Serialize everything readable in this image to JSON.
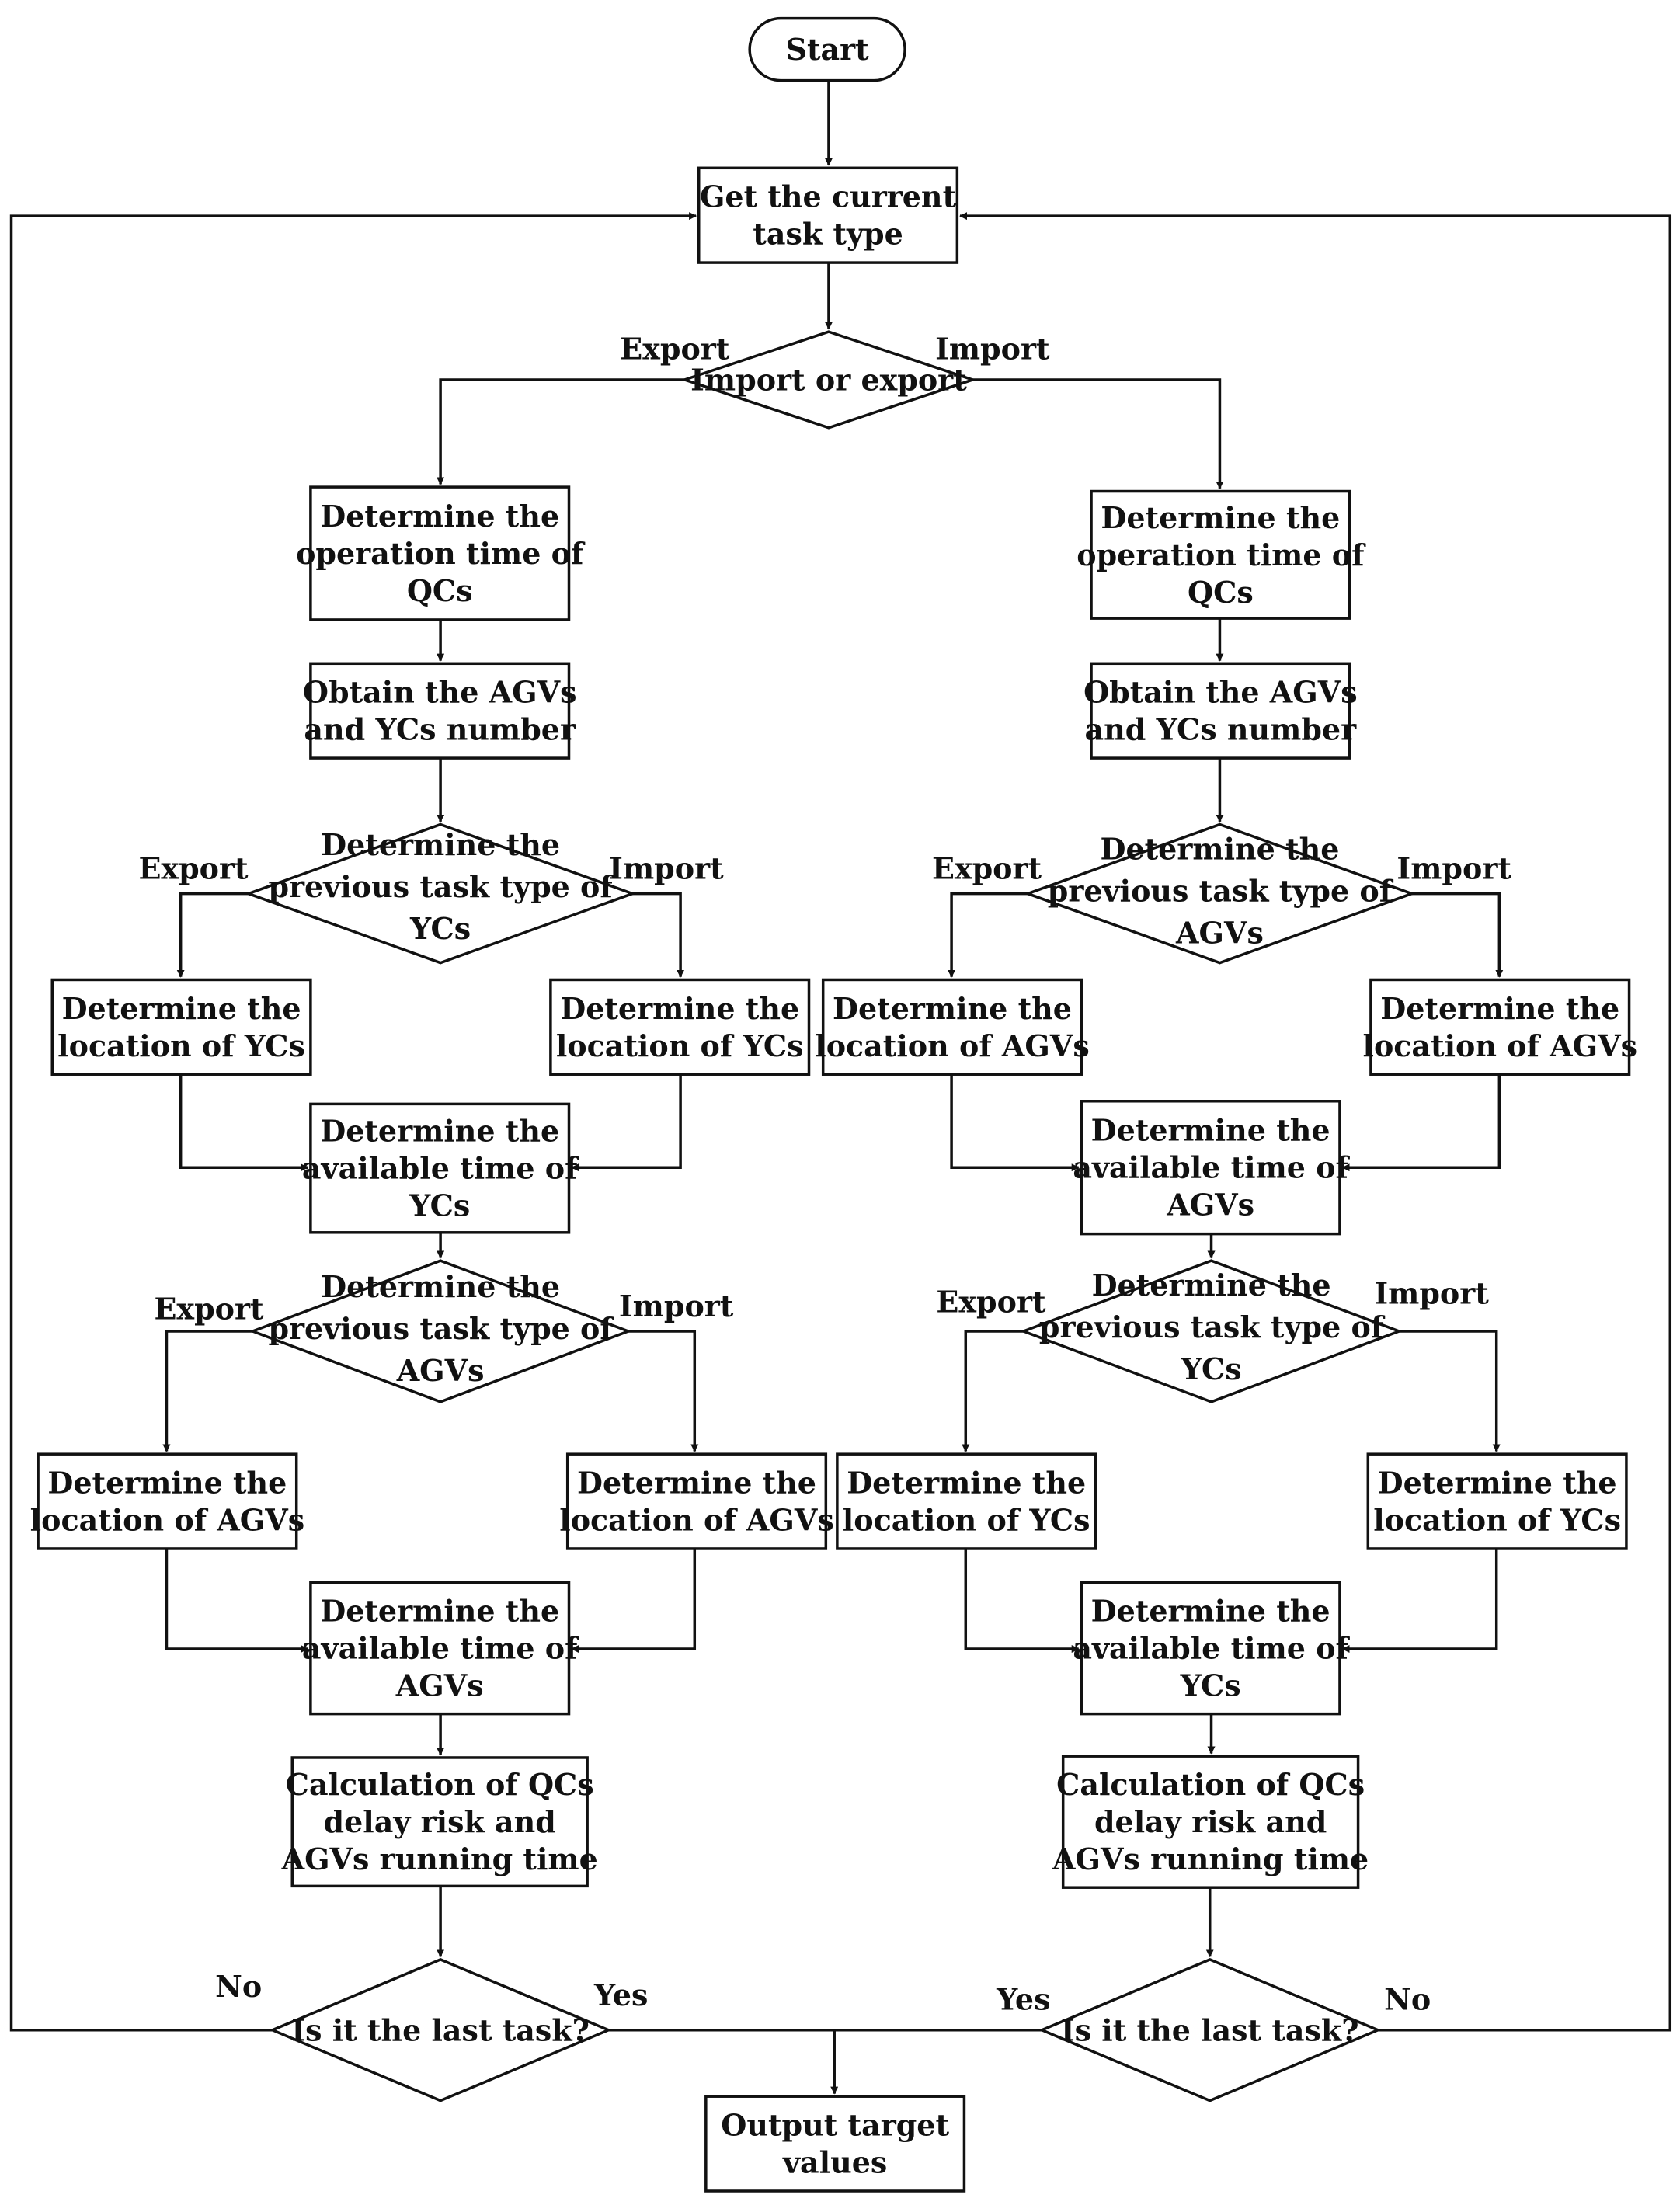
{
  "diagram": {
    "start": "Start",
    "get_task": [
      "Get the current",
      "task type"
    ],
    "import_or_export": "Import or export",
    "export": "Export",
    "import": "Import",
    "yes": "Yes",
    "no": "No",
    "output": [
      "Output target",
      "values"
    ],
    "left": {
      "op_time": [
        "Determine the",
        "operation time of",
        "QCs"
      ],
      "obtain": [
        "Obtain the AGVs",
        "and YCs number"
      ],
      "prev1": [
        "Determine the",
        "previous task type of",
        "YCs"
      ],
      "loc1_export": [
        "Determine the",
        "location of YCs"
      ],
      "loc1_import": [
        "Determine the",
        "location of YCs"
      ],
      "avail1": [
        "Determine the",
        "available time of",
        "YCs"
      ],
      "prev2": [
        "Determine the",
        "previous task type of",
        "AGVs"
      ],
      "loc2_export": [
        "Determine the",
        "location of AGVs"
      ],
      "loc2_import": [
        "Determine the",
        "location of AGVs"
      ],
      "avail2": [
        "Determine the",
        "available time of",
        "AGVs"
      ],
      "calc": [
        "Calculation of QCs",
        "delay risk and",
        "AGVs running time"
      ],
      "last": "Is it the last task?"
    },
    "right": {
      "op_time": [
        "Determine the",
        "operation time of",
        "QCs"
      ],
      "obtain": [
        "Obtain the AGVs",
        "and YCs number"
      ],
      "prev1": [
        "Determine the",
        "previous task type of",
        "AGVs"
      ],
      "loc1_export": [
        "Determine the",
        "location of AGVs"
      ],
      "loc1_import": [
        "Determine the",
        "location of AGVs"
      ],
      "avail1": [
        "Determine the",
        "available time of",
        "AGVs"
      ],
      "prev2": [
        "Determine the",
        "previous task type of",
        "YCs"
      ],
      "loc2_export": [
        "Determine the",
        "location of YCs"
      ],
      "loc2_import": [
        "Determine the",
        "location of YCs"
      ],
      "avail2": [
        "Determine the",
        "available time of",
        "YCs"
      ],
      "calc": [
        "Calculation of QCs",
        "delay risk and",
        "AGVs running time"
      ],
      "last": "Is it the last task?"
    }
  }
}
